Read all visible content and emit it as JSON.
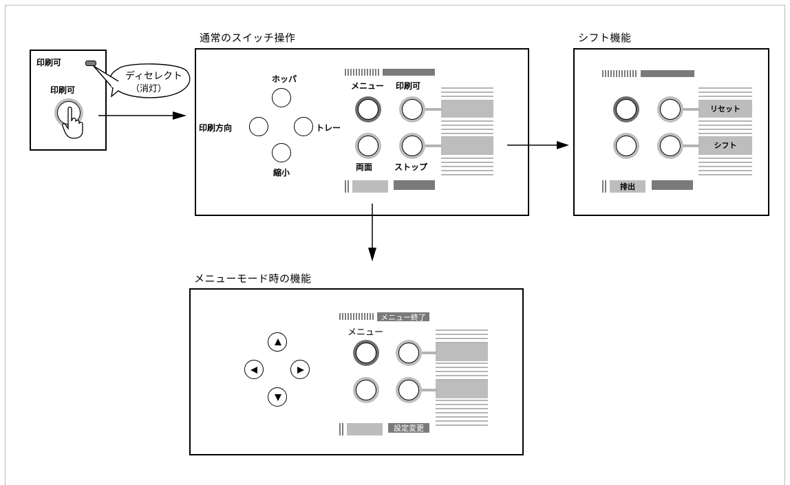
{
  "left_panel": {
    "led_label": "印刷可",
    "button_label": "印刷可",
    "bubble_line1": "ディセレクト",
    "bubble_line2": "（消灯）"
  },
  "normal": {
    "title": "通常のスイッチ操作",
    "up_label": "ホッパ",
    "left_label": "印刷方向",
    "right_label": "トレー",
    "down_label": "縮小",
    "menu_label": "メニュー",
    "print_label": "印刷可",
    "duplex_label": "両面",
    "stop_label": "ストップ"
  },
  "shift": {
    "title": "シフト機能",
    "reset_label": "リセット",
    "shift_label": "シフト",
    "eject_label": "排出"
  },
  "menu_mode": {
    "title": "メニューモード時の機能",
    "top_bar_label": "メニュー終了",
    "menu_label": "メニュー",
    "bottom_bar_label": "設定変更"
  },
  "colors": {
    "light_gray": "#bdbdbd",
    "dark_gray": "#7a7a7a",
    "stripe_gray": "#b4b4b4"
  }
}
